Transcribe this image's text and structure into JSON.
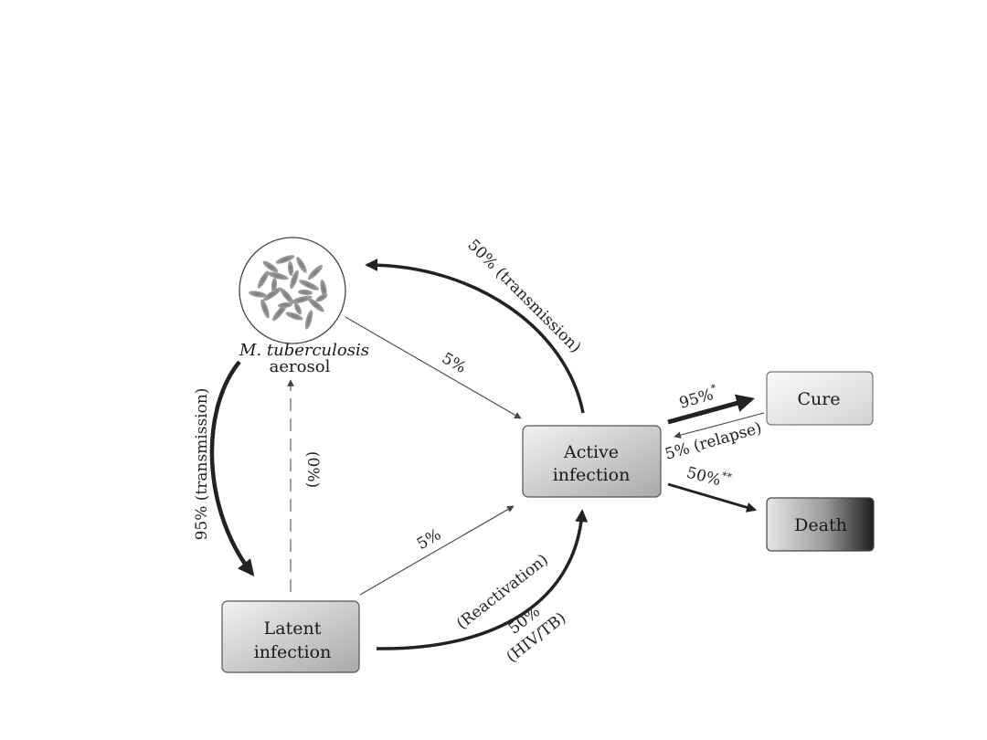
{
  "nodes": {
    "aerosol": {
      "line1": "M. tuberculosis",
      "line2": "aerosol"
    },
    "active": {
      "line1": "Active",
      "line2": "infection"
    },
    "latent": {
      "line1": "Latent",
      "line2": "infection"
    },
    "cure": {
      "label": "Cure"
    },
    "death": {
      "label": "Death"
    }
  },
  "edges": {
    "active_to_aerosol": "50% (transmission)",
    "aerosol_to_active": "5%",
    "aerosol_to_latent": "95% (transmission)",
    "latent_to_aerosol": "(0%)",
    "latent_to_active": "5%",
    "reactivation": "(Reactivation)",
    "reactivation_pct": "50%",
    "reactivation_cond": "(HIV/TB)",
    "active_to_cure": "95%",
    "active_to_cure_mark": "*",
    "cure_to_active": "5% (relapse)",
    "active_to_death": "50%",
    "active_to_death_mark": "**"
  }
}
